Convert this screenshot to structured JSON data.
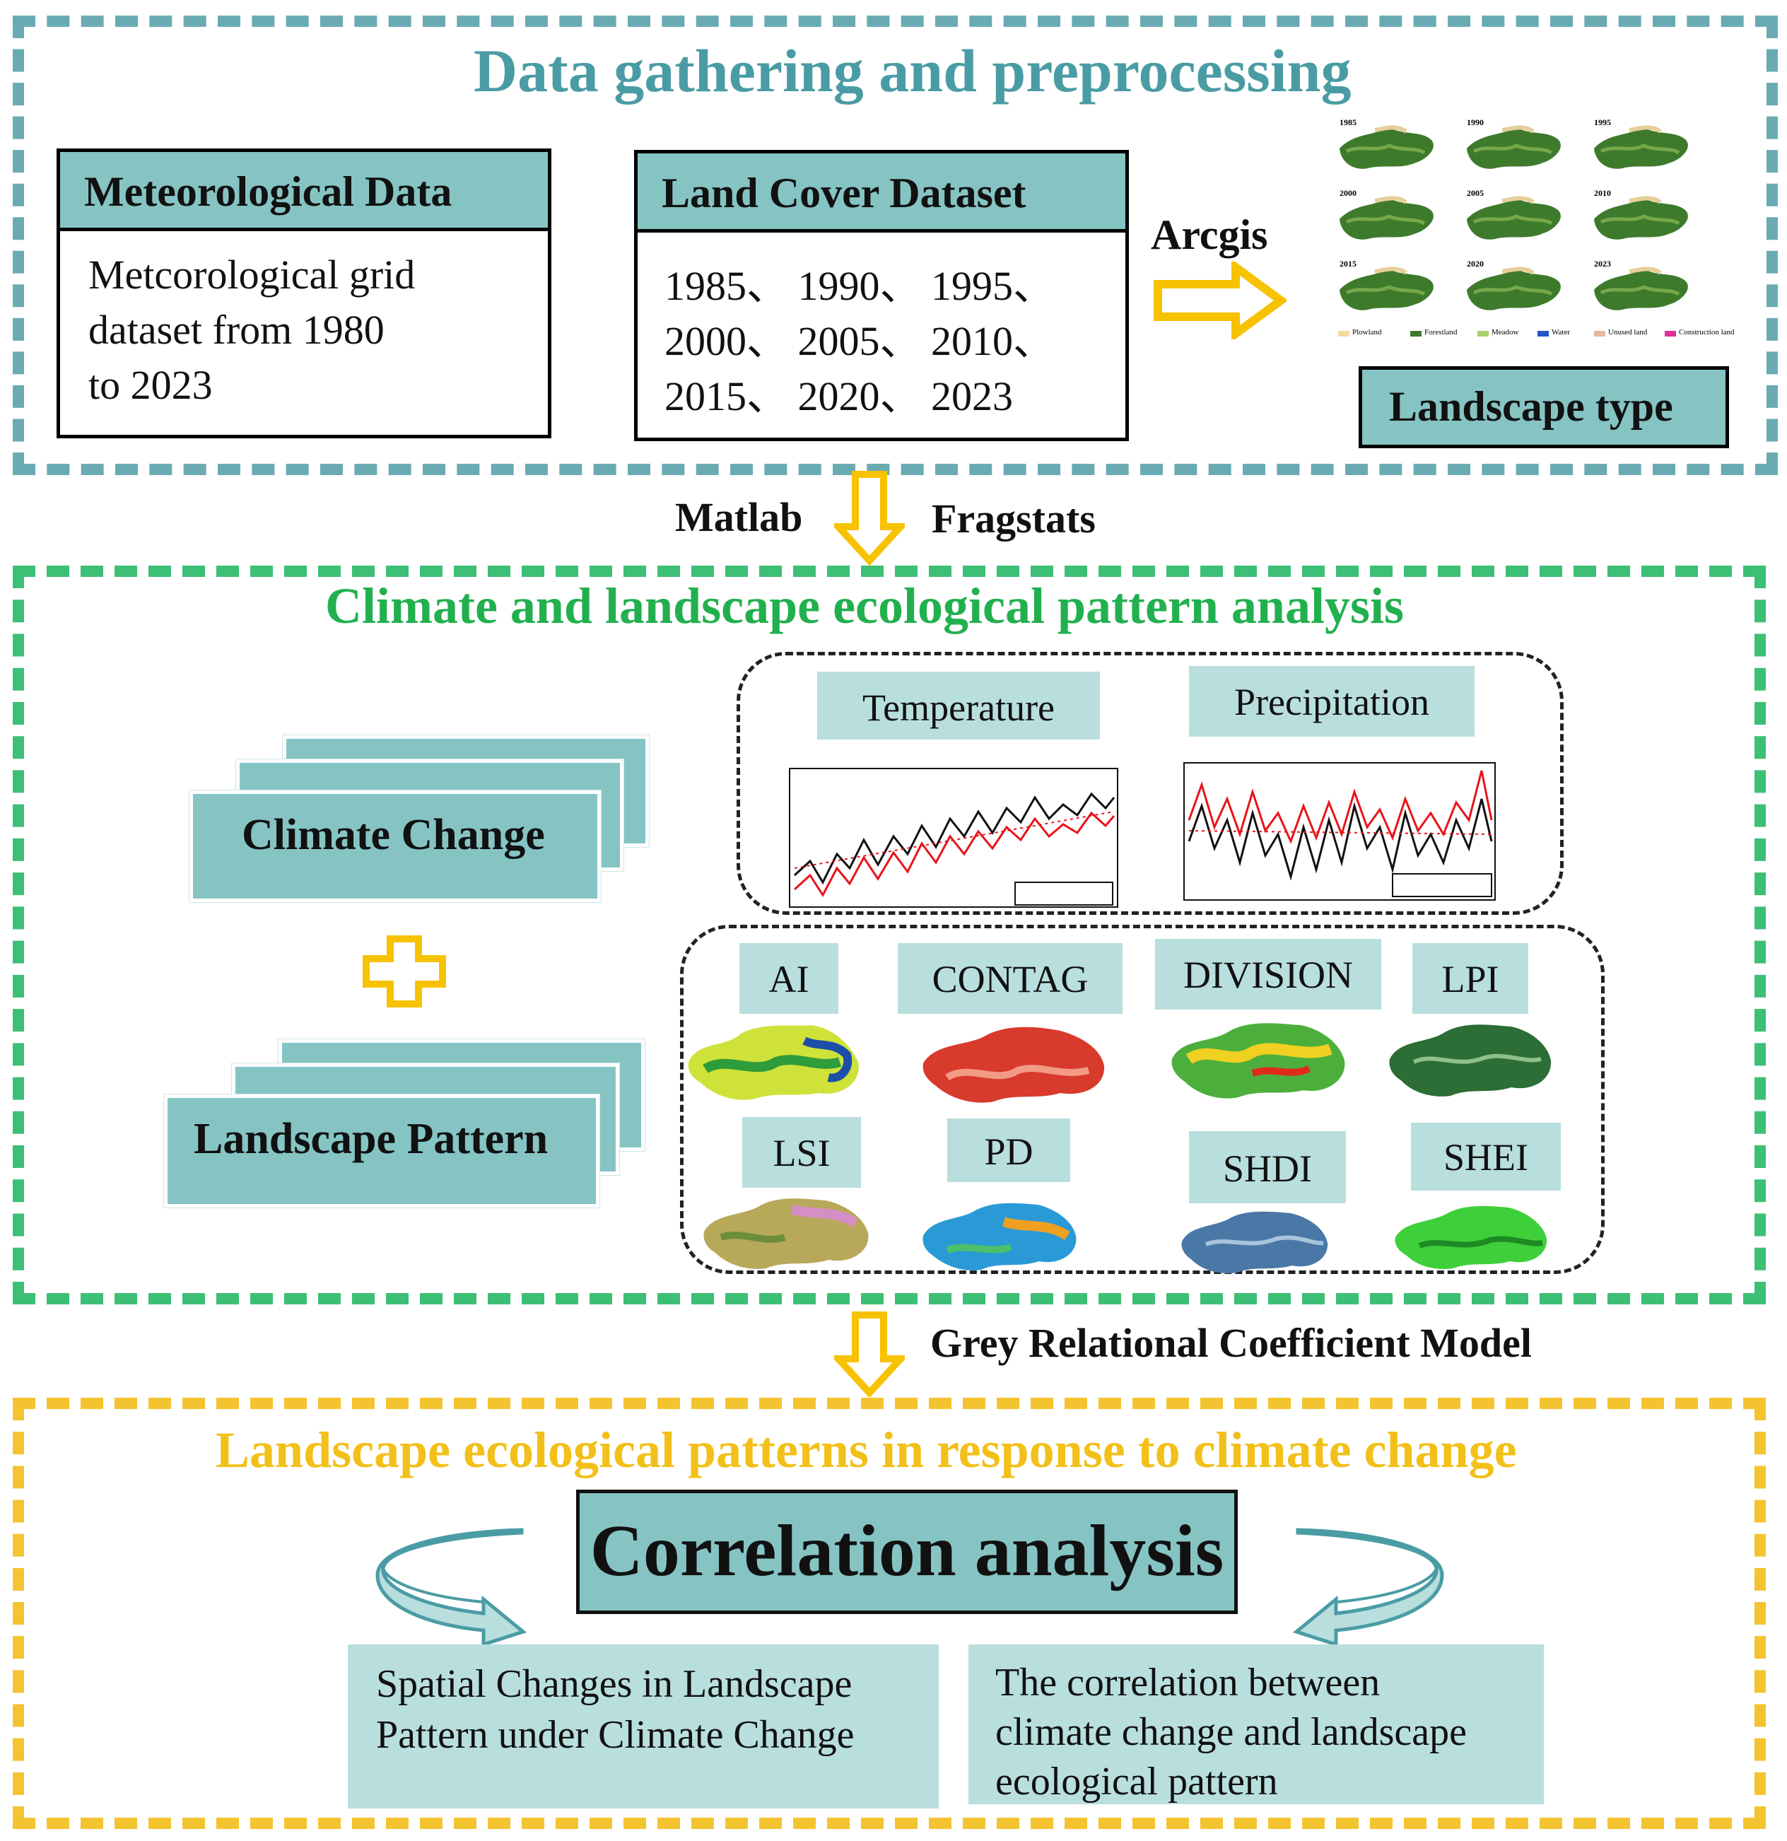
{
  "section1": {
    "title": "Data gathering and preprocessing",
    "meteo": {
      "header": "Meteorological Data",
      "lines": [
        "Metcorological grid",
        "dataset from 1980",
        "to 2023"
      ]
    },
    "landcover": {
      "header": "Land Cover Dataset",
      "lines": [
        "1985、 1990、 1995、",
        "2000、 2005、 2010、",
        "2015、 2020、 2023"
      ]
    },
    "arrow_label": "Arcgis",
    "landscape_type": "Landscape type",
    "map_years": [
      "1985",
      "1990",
      "1995",
      "2000",
      "2005",
      "2010",
      "2015",
      "2020",
      "2023"
    ],
    "map_legend": [
      "Plowland",
      "Forestland",
      "Meadow",
      "Water",
      "Unused land",
      "Construction land"
    ]
  },
  "connector1": {
    "left": "Matlab",
    "right": "Fragstats"
  },
  "section2": {
    "title": "Climate and landscape ecological pattern analysis",
    "card_climate": "Climate Change",
    "card_landscape": "Landscape Pattern",
    "climate_labels": {
      "temperature": "Temperature",
      "precipitation": "Precipitation"
    },
    "indices": [
      "AI",
      "CONTAG",
      "DIVISION",
      "LPI",
      "LSI",
      "PD",
      "SHDI",
      "SHEI"
    ]
  },
  "connector2": {
    "label": "Grey Relational Coefficient Model"
  },
  "section3": {
    "title": "Landscape ecological patterns in response to climate change",
    "correlation": "Correlation analysis",
    "left_box": [
      "Spatial Changes in Landscape",
      "Pattern under Climate Change"
    ],
    "right_box": [
      "The correlation between",
      "climate change and landscape",
      "ecological pattern"
    ]
  },
  "colors": {
    "teal": "#86c4c4",
    "teal_frame": "#6aabb3",
    "green": "#22b04f",
    "yellow": "#f2c019",
    "arrow_yellow": "#f7c200",
    "light_teal": "#b9dede"
  }
}
